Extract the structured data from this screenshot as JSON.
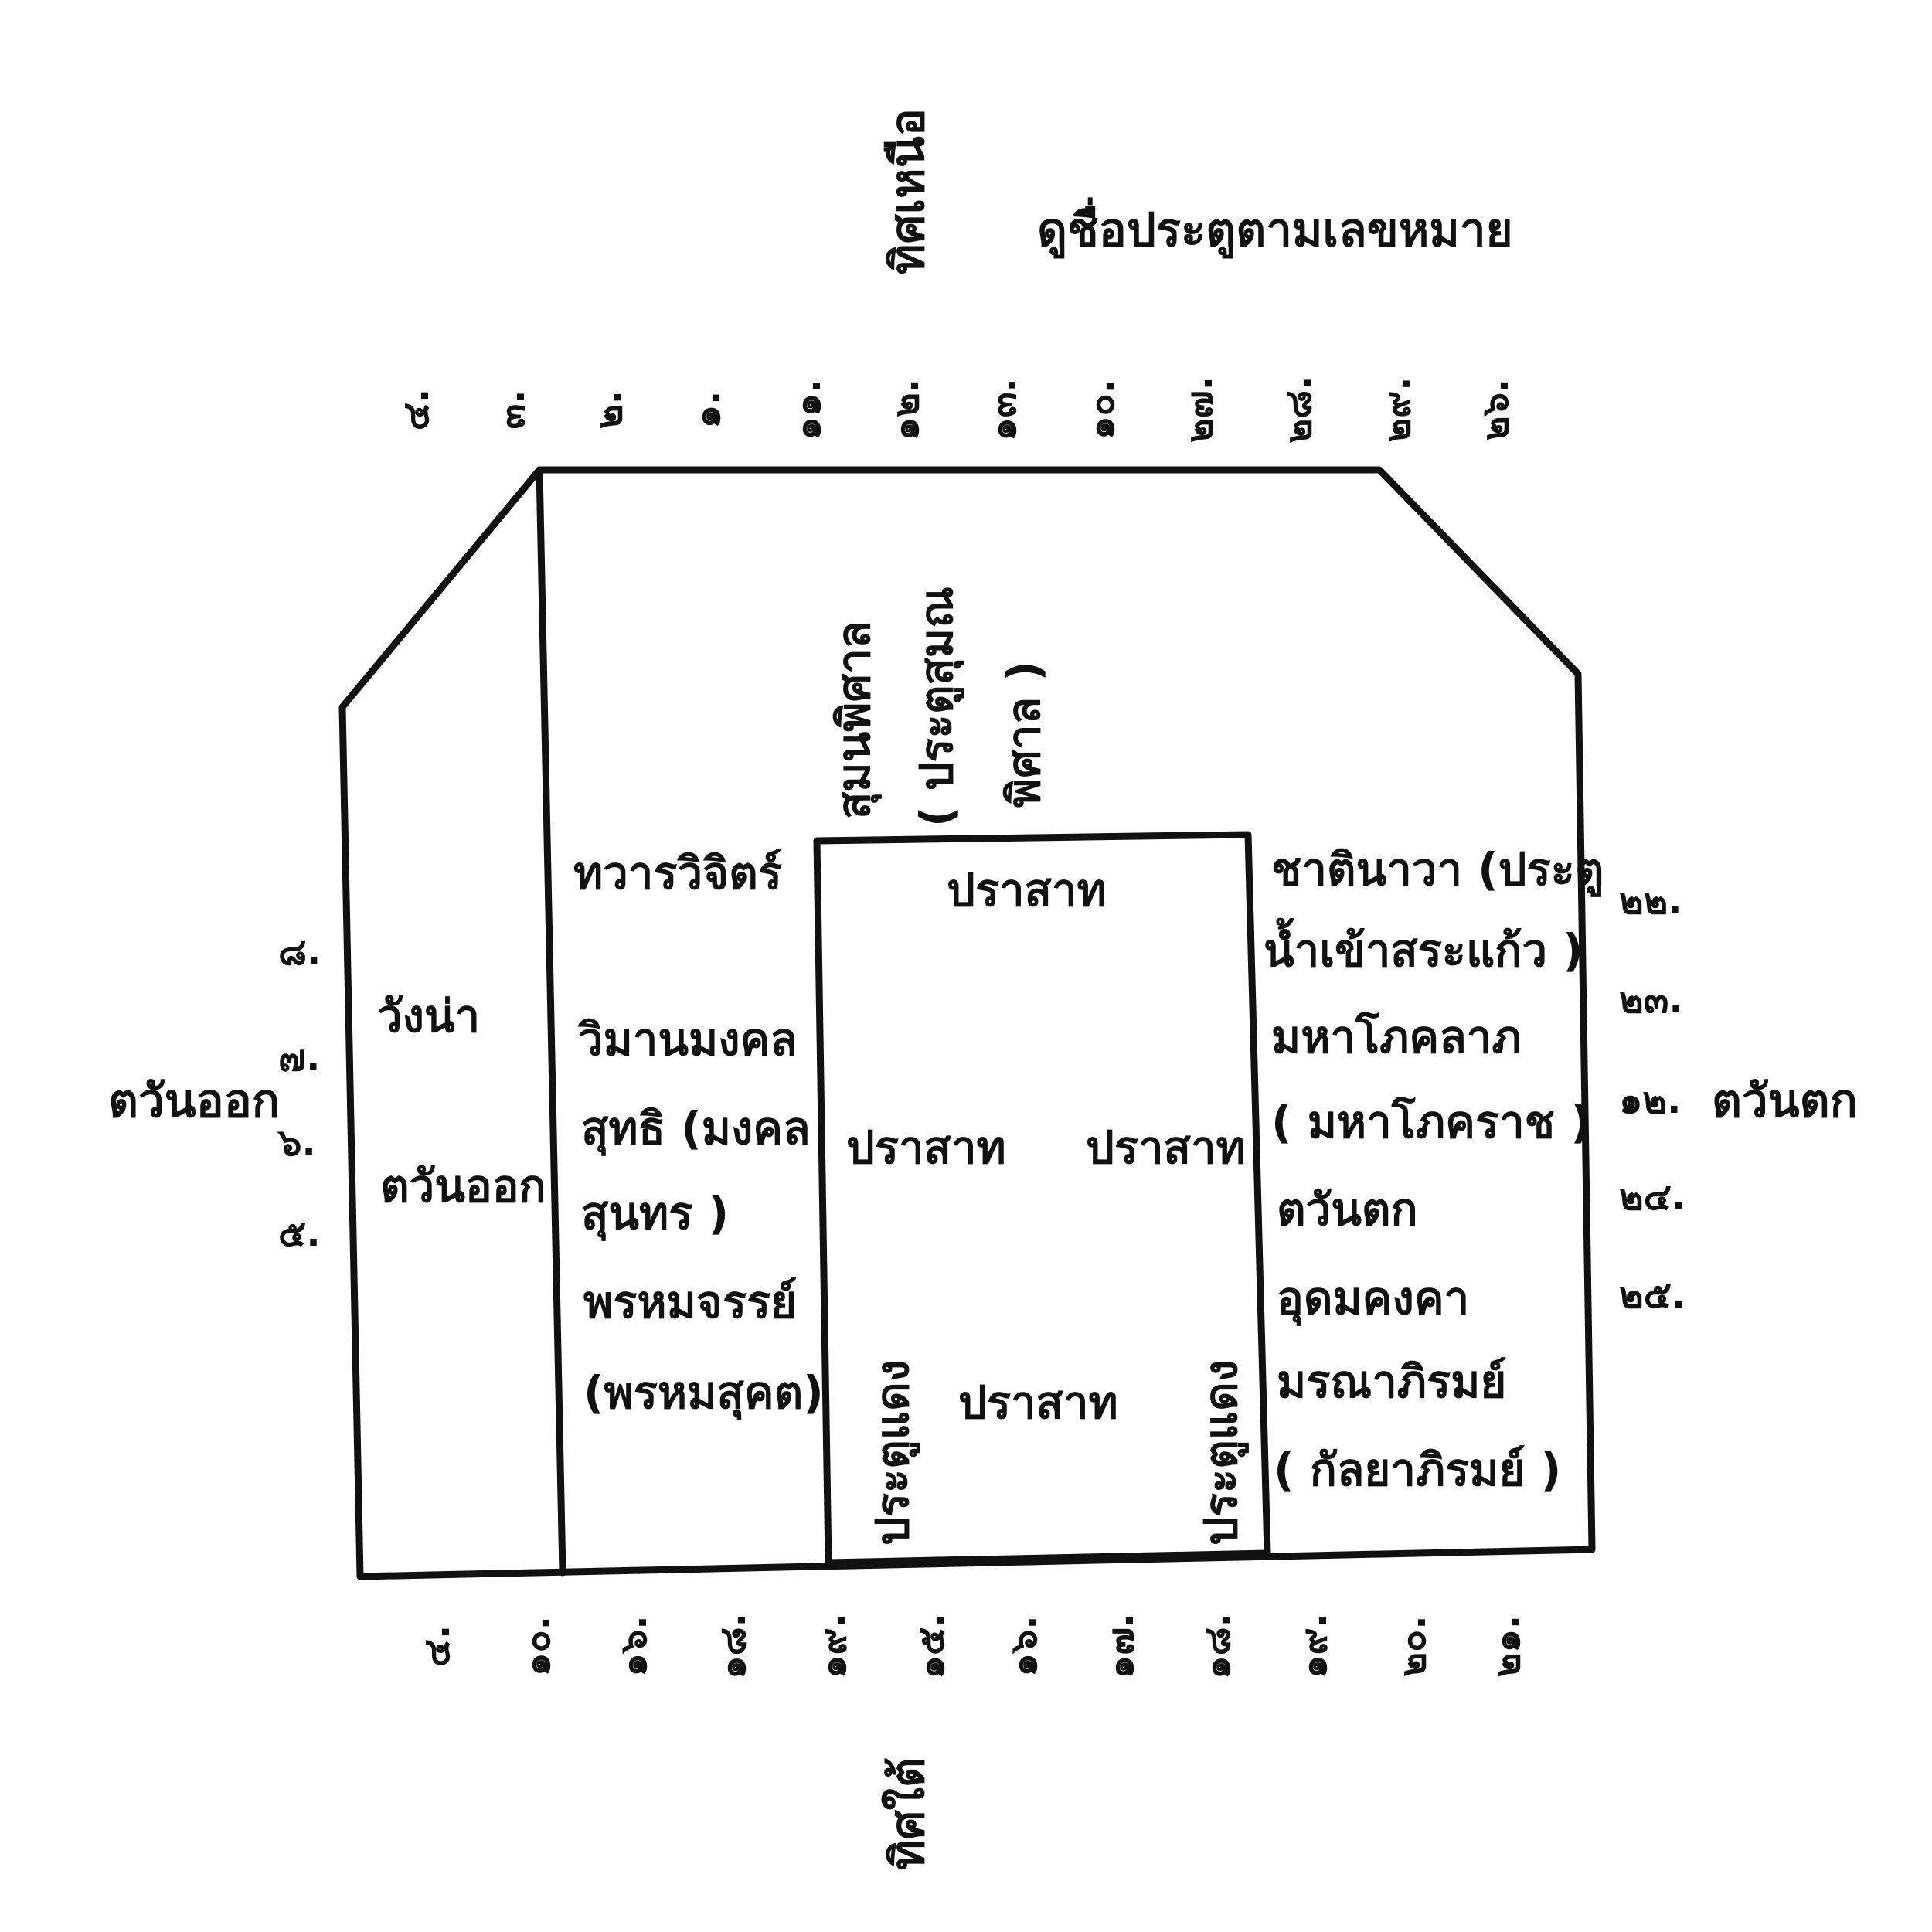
{
  "title": "ดูชื่อประตูตามเลขหมาย",
  "directions": {
    "north": "ทิศเหนือ",
    "south": "ทิศใต้",
    "east": "ตวันออก",
    "west": "ตวันตก"
  },
  "top_numbers": [
    "๔.",
    "๓.",
    "๒.",
    "๑.",
    "๑๑.",
    "๑๒.",
    "๑๓.",
    "๑๐.",
    "๒๗.",
    "๒๘.",
    "๒๙.",
    "๒๖."
  ],
  "bottom_numbers": [
    "๔.",
    "๑๐.",
    "๑๖.",
    "๑๘.",
    "๑๙.",
    "๑๕.",
    "๑๖.",
    "๑๗.",
    "๑๘.",
    "๑๙.",
    "๒๐.",
    "๒๑."
  ],
  "left_numbers": [
    "๘.",
    "๗.",
    "๖.",
    "๕."
  ],
  "right_numbers": [
    "๒๒.",
    "๒๓.",
    "๑๒.",
    "๒๔.",
    "๒๕."
  ],
  "labels": {
    "wang_na": "วังน่า",
    "tawan_ok_inner": "ตวันออก",
    "thawan_wichit": "ทวารวิจิตร์",
    "wiman_mongkhon": "วิมานมงคล",
    "sutthi": "สุทธิ (มงคล",
    "sunthon": "สุนทร )",
    "phrom_majan": "พรหมจรรย์",
    "phrom_sukhot": "(พรหมสุคต)",
    "north_gate_1": "สุมนพิศาล",
    "north_gate_2": "( ประตูสุมณ",
    "north_gate_3": "พิศาล )",
    "prasat_top": "ปราสาท",
    "prasat_left": "ปราสาท",
    "prasat_right": "ปราสาท",
    "prasat_bottom": "ปราสาท",
    "pratu_daeng_left": "ประตูแดง",
    "pratu_daeng_right": "ประตูแดง",
    "chati_nawa_1": "ชาตินาวา (ประตู",
    "chati_nawa_2": "น้ำเข้าสระแก้ว )",
    "maha_phok_1": "มหาโภคลาภ",
    "maha_phok_2": "( มหาโภคราช )",
    "tawan_tok_inner": "ตวันตก",
    "udom_khongkha": "อุดมคงคา",
    "moranaphirom": "มรณาภิรมย์",
    "kanlaya_phirom": "( กัลยาภิรมย์ )"
  }
}
